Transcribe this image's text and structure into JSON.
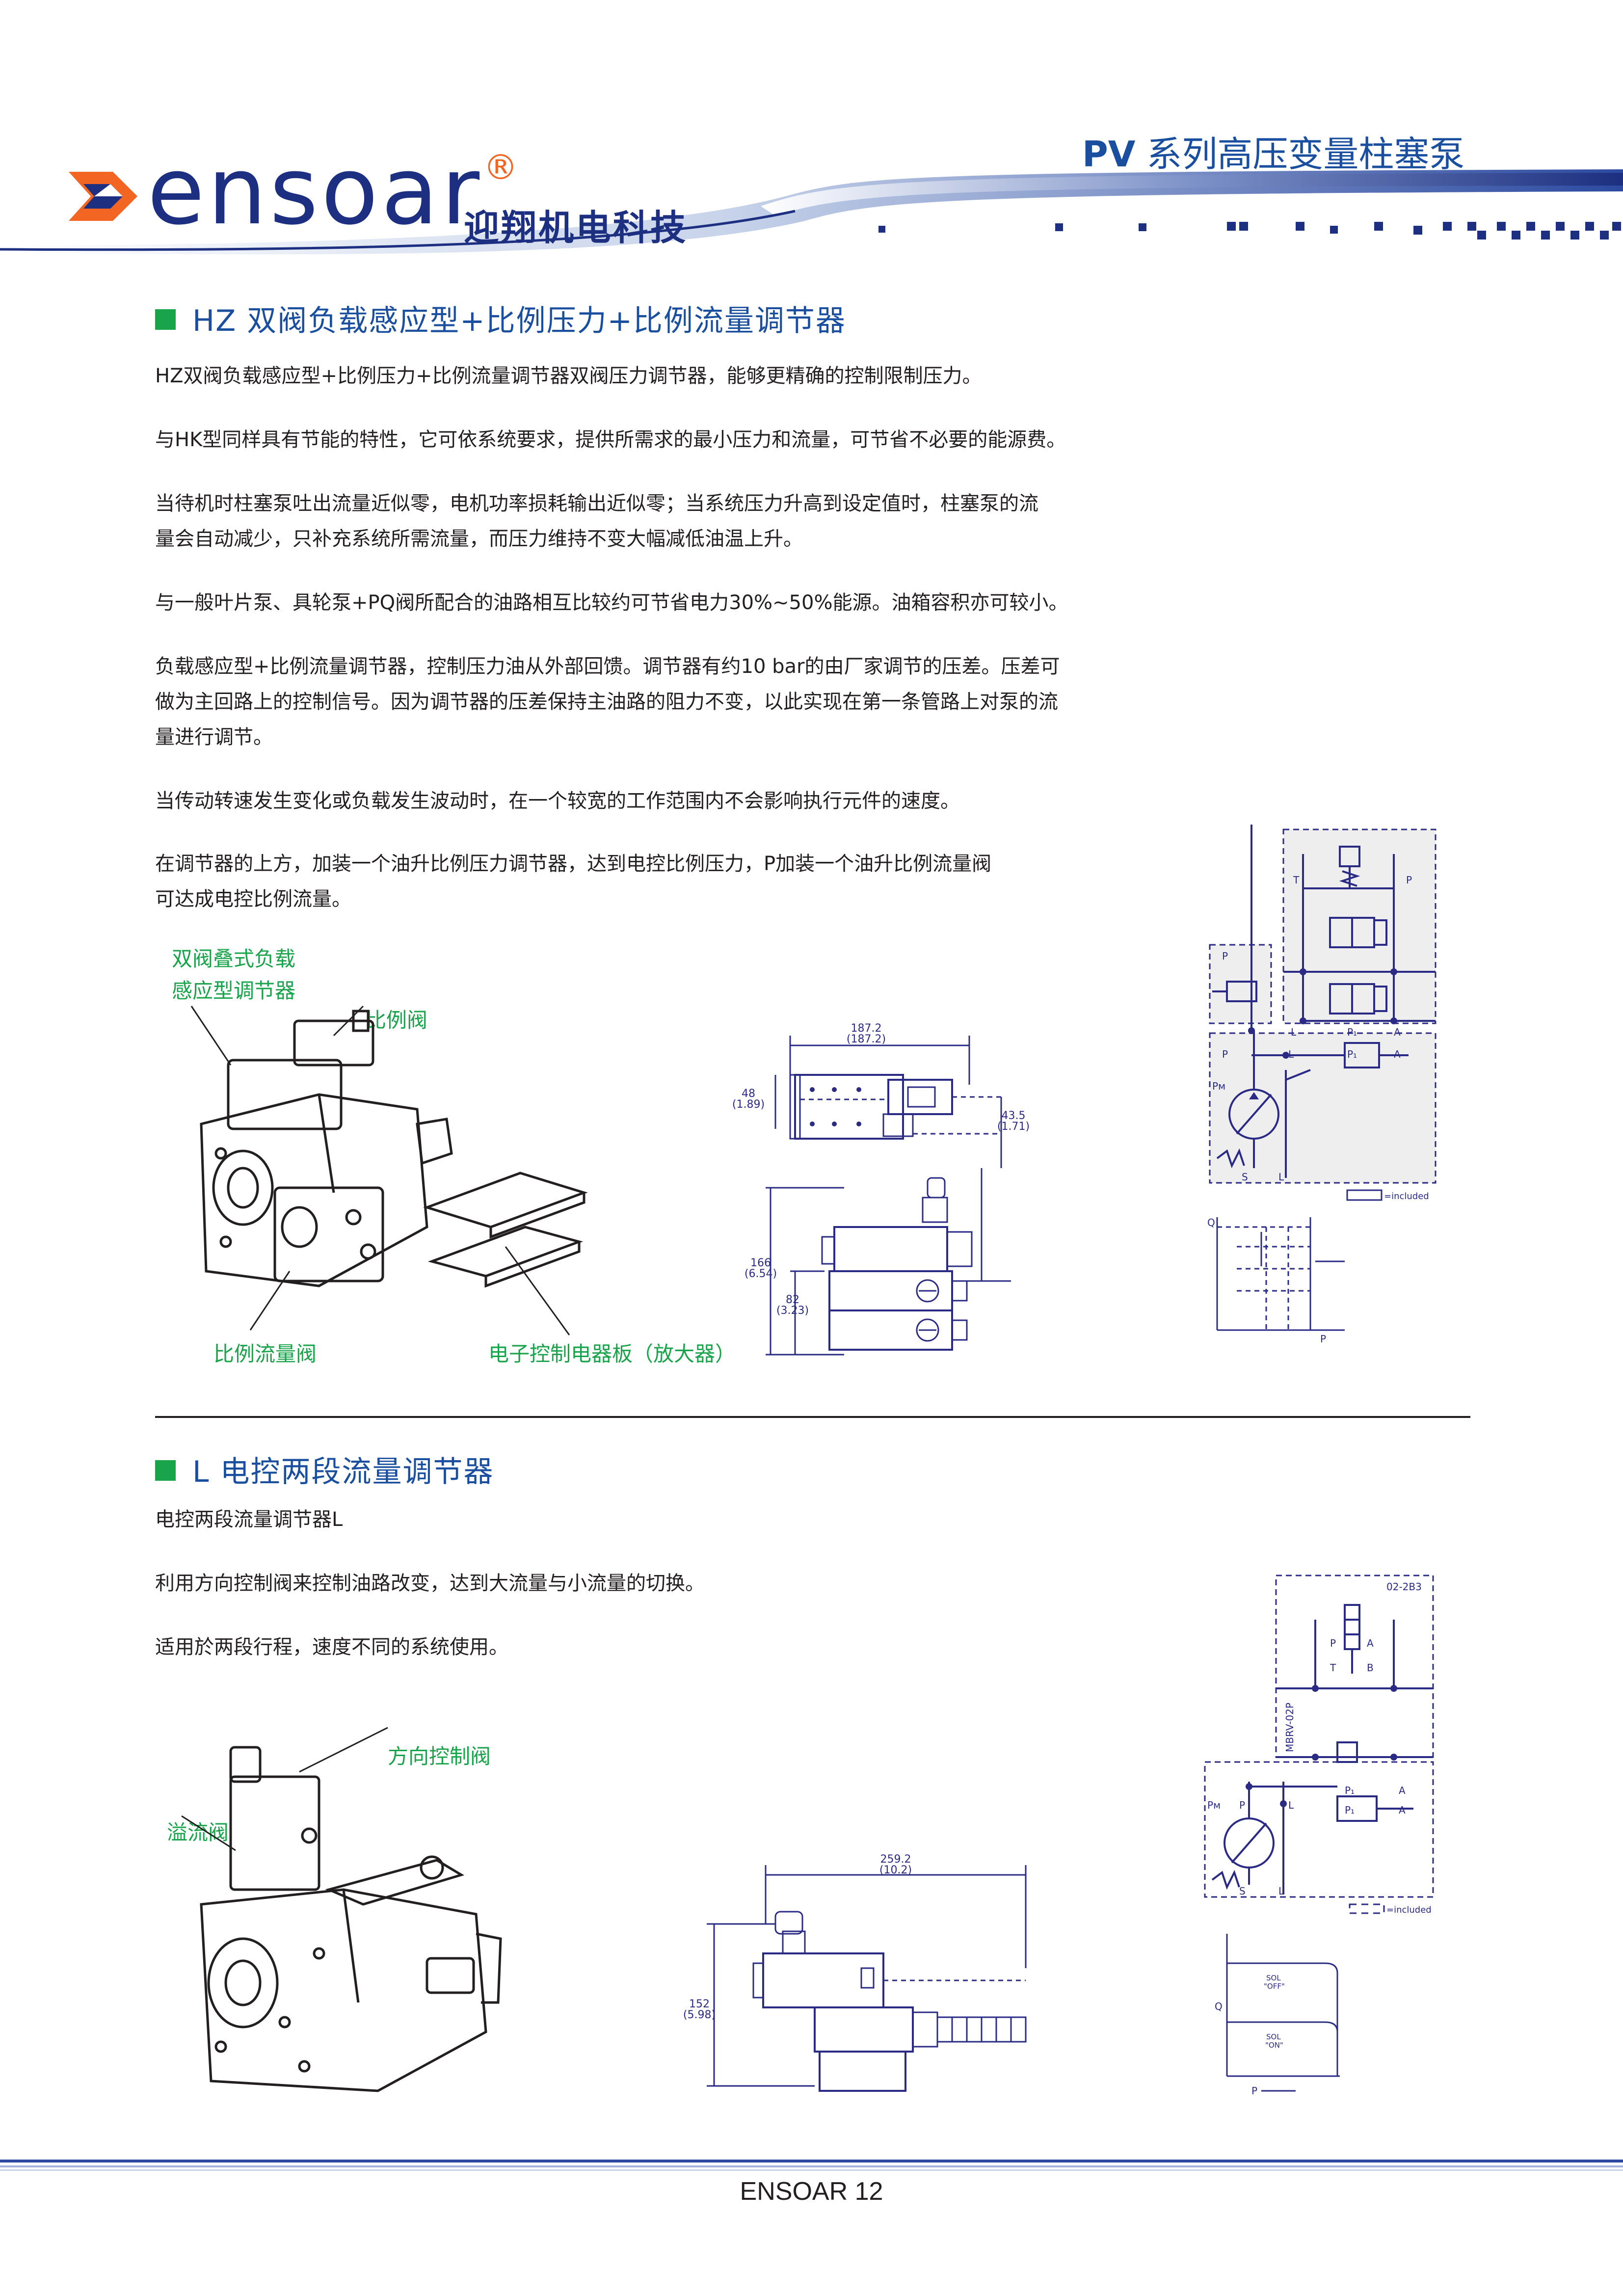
{
  "header": {
    "logo_text": "ensoar",
    "logo_registered": "®",
    "company": "迎翔机电科技",
    "series_prefix": "PV",
    "series_title": "系列高压变量柱塞泵"
  },
  "section_hz": {
    "title": "HZ  双阀负载感应型+比例压力+比例流量调节器",
    "paragraphs": [
      "HZ双阀负载感应型+比例压力+比例流量调节器双阀压力调节器，能够更精确的控制限制压力。",
      "与HK型同样具有节能的特性，它可依系统要求，提供所需求的最小压力和流量，可节省不必要的能源费。",
      "当待机时柱塞泵吐出流量近似零，电机功率损耗输出近似零；当系统压力升高到设定值时，柱塞泵的流",
      "量会自动减少，只补充系统所需流量，而压力维持不变大幅减低油温上升。",
      "与一般叶片泵、具轮泵+PQ阀所配合的油路相互比较约可节省电力30%~50%能源。油箱容积亦可较小。",
      "负载感应型+比例流量调节器，控制压力油从外部回馈。调节器有约10 bar的由厂家调节的压差。压差可",
      "做为主回路上的控制信号。因为调节器的压差保持主油路的阻力不变，以此实现在第一条管路上对泵的流",
      "量进行调节。",
      "当传动转速发生变化或负载发生波动时，在一个较宽的工作范围内不会影响执行元件的速度。",
      "在调节器的上方，加装一个油升比例压力调节器，达到电控比例压力，P加装一个油升比例流量阀",
      "可达成电控比例流量。"
    ],
    "labels": {
      "double_valve_1": "双阀叠式负载",
      "double_valve_2": "感应型调节器",
      "proportional_valve": "比例阀",
      "proportional_flow_valve": "比例流量阀",
      "amplifier": "电子控制电器板（放大器）"
    },
    "dims": {
      "w_mm": "187.2",
      "w_in": "(187.2)",
      "h1_mm": "48",
      "h1_in": "(1.89)",
      "h2_mm": "43.5",
      "h2_in": "(1.71)",
      "h3_mm": "166",
      "h3_in": "(6.54)",
      "h4_mm": "82",
      "h4_in": "(3.23)"
    },
    "schematic": {
      "T": "T",
      "P": "P",
      "L": "L",
      "P1": "P₁",
      "A": "A",
      "PM": "Pм",
      "S": "S",
      "included": "=included",
      "Q": "Q"
    }
  },
  "section_l": {
    "title": "L  电控两段流量调节器",
    "paragraphs": [
      "电控两段流量调节器L",
      "利用方向控制阀来控制油路改变，达到大流量与小流量的切换。",
      "适用於两段行程，速度不同的系统使用。"
    ],
    "labels": {
      "direction_valve": "方向控制阀",
      "relief_valve": "溢流阀"
    },
    "dims": {
      "w_mm": "259.2",
      "w_in": "(10.2)",
      "h_mm": "152",
      "h_in": "(5.98)"
    },
    "schematic": {
      "code": "02-2B3",
      "mbrv": "MBRV-02P",
      "P": "P",
      "A": "A",
      "T": "T",
      "B": "B",
      "P1": "P₁",
      "PM": "Pм",
      "L": "L",
      "S": "S",
      "included": "=included",
      "sol_off_1": "SOL",
      "sol_off_2": "\"OFF\"",
      "sol_on_1": "SOL",
      "sol_on_2": "\"ON\"",
      "Q": "Q",
      "Pax": "P"
    }
  },
  "footer": {
    "page_label": "ENSOAR 12"
  },
  "colors": {
    "title_blue": "#1a4fa0",
    "accent_green": "#19a34a",
    "logo_orange": "#f26522",
    "line_navy": "#2b2b86"
  }
}
